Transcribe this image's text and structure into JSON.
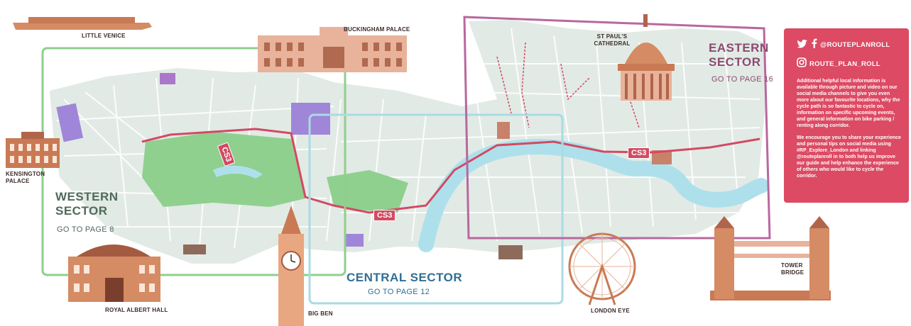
{
  "landmarks": {
    "little_venice": "LITTLE VENICE",
    "buckingham_palace": "BUCKINGHAM PALACE",
    "st_pauls": "ST PAUL'S CATHEDRAL",
    "kensington_palace": "KENSINGTON PALACE",
    "royal_albert_hall": "ROYAL ALBERT HALL",
    "big_ben": "BIG BEN",
    "london_eye": "LONDON EYE",
    "tower_bridge": "TOWER BRIDGE"
  },
  "sectors": {
    "western": {
      "title": "WESTERN SECTOR",
      "go": "GO TO PAGE 8",
      "color": "#8fcf8c"
    },
    "central": {
      "title": "CENTRAL SECTOR",
      "go": "GO TO PAGE 12",
      "color": "#a9dbe3"
    },
    "eastern": {
      "title": "EASTERN SECTOR",
      "go": "GO TO PAGE 16",
      "color": "#b8689e"
    }
  },
  "route_badges": {
    "cs3": "CS3"
  },
  "info_panel": {
    "twitter_handle": "@ROUTEPLANROLL",
    "instagram_handle": "ROUTE_PLAN_ROLL",
    "paragraph_1": "Additional helpful local information is available through picture and video on our social media channels to give you even more about our favourite locations, why the cycle path is so fantastic to cycle on, information on specific upcoming events, and general information on bike parking / renting along corridor.",
    "paragraph_2": "We encourage you to share your experience and personal tips on social media using #RP_Explore_London and linking @routeplanroll in to both help us improve our guide and help enhance the experience of others who would like to cycle the corridor.",
    "color": "#dc4a63"
  },
  "colors": {
    "river": "#aee0ec",
    "park": "#8fd08f",
    "route": "#d24a63",
    "land": "#dfe8e3",
    "landmark_brick": "#d58b63"
  },
  "icons": [
    "twitter-icon",
    "facebook-icon",
    "instagram-icon"
  ]
}
